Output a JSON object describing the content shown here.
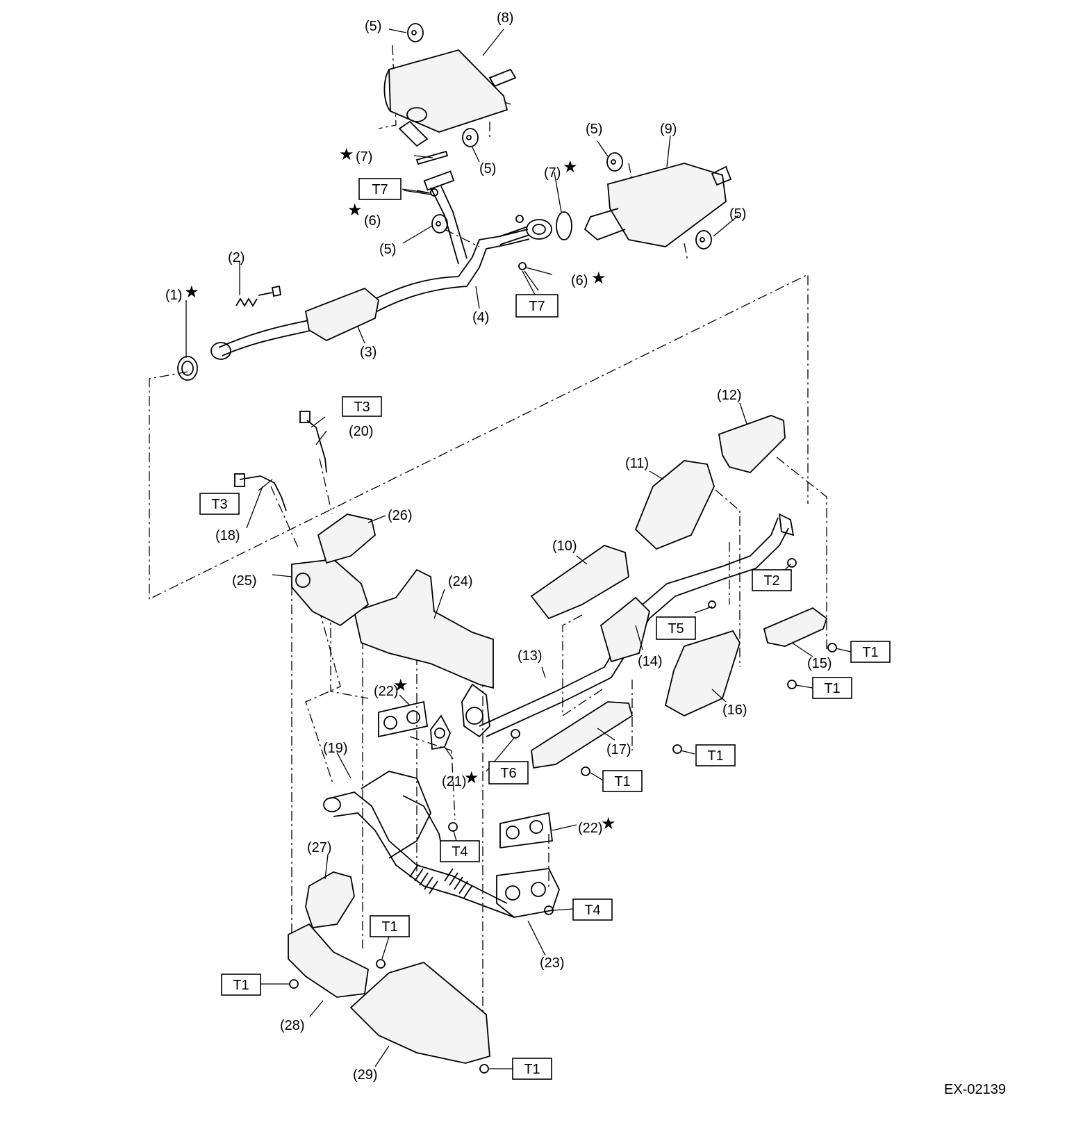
{
  "callouts": [
    {
      "id": "p1",
      "text": "(1)",
      "star": true
    },
    {
      "id": "p2",
      "text": "(2)",
      "star": false
    },
    {
      "id": "p3",
      "text": "(3)",
      "star": false
    },
    {
      "id": "p4",
      "text": "(4)",
      "star": false
    },
    {
      "id": "p5a",
      "text": "(5)",
      "star": false
    },
    {
      "id": "p5b",
      "text": "(5)",
      "star": false
    },
    {
      "id": "p5c",
      "text": "(5)",
      "star": false
    },
    {
      "id": "p5d",
      "text": "(5)",
      "star": false
    },
    {
      "id": "p5e",
      "text": "(5)",
      "star": false
    },
    {
      "id": "p6a",
      "text": "(6)",
      "star": true
    },
    {
      "id": "p6b",
      "text": "(6)",
      "star": true
    },
    {
      "id": "p7a",
      "text": "(7)",
      "star": true
    },
    {
      "id": "p7b",
      "text": "(7)",
      "star": true
    },
    {
      "id": "p8",
      "text": "(8)",
      "star": false
    },
    {
      "id": "p9",
      "text": "(9)",
      "star": false
    },
    {
      "id": "p10",
      "text": "(10)",
      "star": false
    },
    {
      "id": "p11",
      "text": "(11)",
      "star": false
    },
    {
      "id": "p12",
      "text": "(12)",
      "star": false
    },
    {
      "id": "p13",
      "text": "(13)",
      "star": false
    },
    {
      "id": "p14",
      "text": "(14)",
      "star": false
    },
    {
      "id": "p15",
      "text": "(15)",
      "star": false
    },
    {
      "id": "p16",
      "text": "(16)",
      "star": false
    },
    {
      "id": "p17",
      "text": "(17)",
      "star": false
    },
    {
      "id": "p18",
      "text": "(18)",
      "star": false
    },
    {
      "id": "p19",
      "text": "(19)",
      "star": false
    },
    {
      "id": "p20",
      "text": "(20)",
      "star": false
    },
    {
      "id": "p21",
      "text": "(21)",
      "star": true
    },
    {
      "id": "p22a",
      "text": "(22)",
      "star": true
    },
    {
      "id": "p22b",
      "text": "(22)",
      "star": true
    },
    {
      "id": "p23",
      "text": "(23)",
      "star": false
    },
    {
      "id": "p24",
      "text": "(24)",
      "star": false
    },
    {
      "id": "p25",
      "text": "(25)",
      "star": false
    },
    {
      "id": "p26",
      "text": "(26)",
      "star": false
    },
    {
      "id": "p27",
      "text": "(27)",
      "star": false
    },
    {
      "id": "p28",
      "text": "(28)",
      "star": false
    },
    {
      "id": "p29",
      "text": "(29)",
      "star": false
    }
  ],
  "torque_tags": [
    {
      "id": "t7a",
      "text": "T7"
    },
    {
      "id": "t7b",
      "text": "T7"
    },
    {
      "id": "t3a",
      "text": "T3"
    },
    {
      "id": "t3b",
      "text": "T3"
    },
    {
      "id": "t2",
      "text": "T2"
    },
    {
      "id": "t5",
      "text": "T5"
    },
    {
      "id": "t1a",
      "text": "T1"
    },
    {
      "id": "t1b",
      "text": "T1"
    },
    {
      "id": "t1c",
      "text": "T1"
    },
    {
      "id": "t1d",
      "text": "T1"
    },
    {
      "id": "t1e",
      "text": "T1"
    },
    {
      "id": "t1f",
      "text": "T1"
    },
    {
      "id": "t1g",
      "text": "T1"
    },
    {
      "id": "t6",
      "text": "T6"
    },
    {
      "id": "t4a",
      "text": "T4"
    },
    {
      "id": "t4b",
      "text": "T4"
    }
  ],
  "star_glyph": "★",
  "figure_code": "EX-02139"
}
